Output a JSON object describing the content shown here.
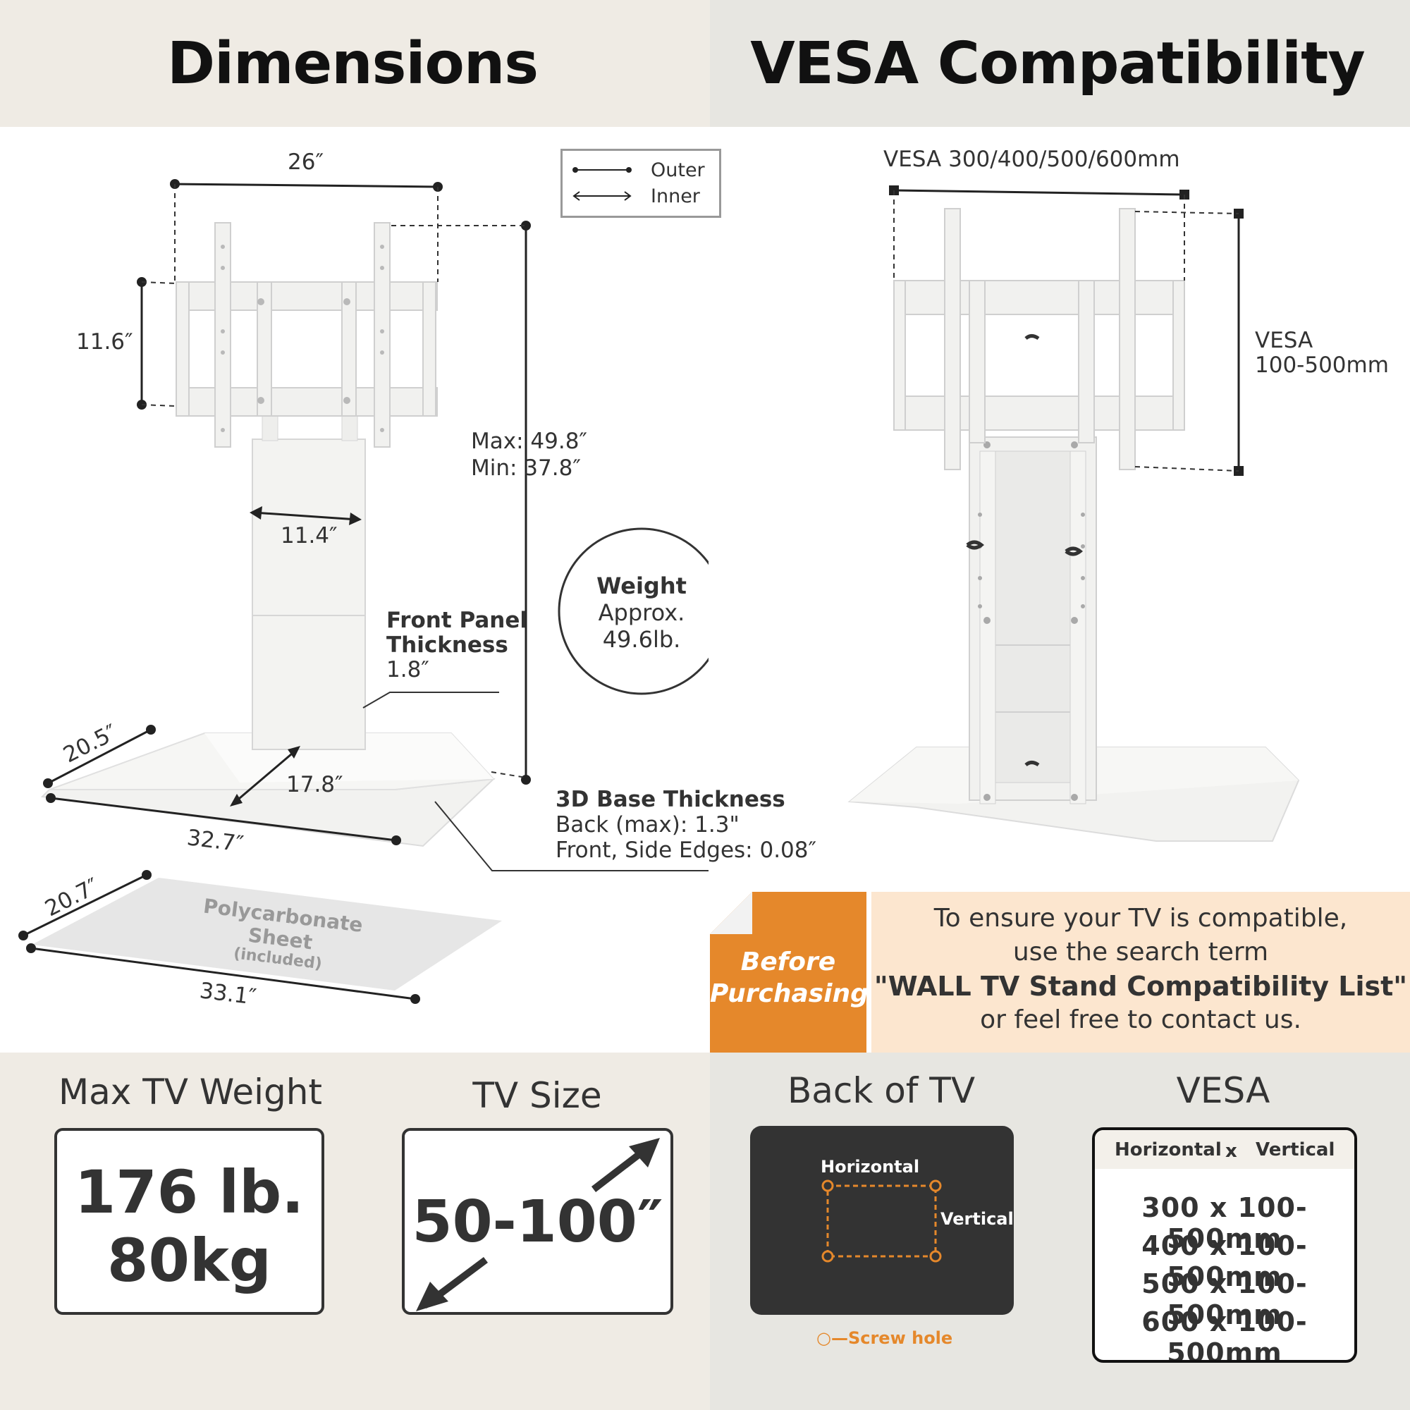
{
  "headers": {
    "left": "Dimensions",
    "right": "VESA Compatibility"
  },
  "legend": {
    "outer": "Outer",
    "inner": "Inner"
  },
  "dimensions": {
    "top_width": "26″",
    "bracket_height": "11.6″",
    "column_width": "11.4″",
    "height_max": "Max: 49.8″",
    "height_min": "Min:  37.8″",
    "base_depth": "20.5″",
    "base_inner": "17.8″",
    "base_width": "32.7″",
    "sheet_depth": "20.7″",
    "sheet_width": "33.1″"
  },
  "weight_circle": {
    "title": "Weight",
    "line1": "Approx.",
    "line2": "49.6lb."
  },
  "front_panel": {
    "line1": "Front Panel",
    "line2": "Thickness",
    "value": "1.8″"
  },
  "base_thickness": {
    "title": "3D Base Thickness",
    "back": "Back (max): 1.3\"",
    "front": "Front, Side  Edges: 0.08″"
  },
  "sheet": {
    "label": "Polycarbonate Sheet",
    "sub": "(included)"
  },
  "vesa_stand": {
    "horizontal": "VESA 300/400/500/600mm",
    "vertical_1": "VESA",
    "vertical_2": "100-500mm"
  },
  "before_purchasing": {
    "tag_1": "Before",
    "tag_2": "Purchasing",
    "line1": "To ensure your TV is compatible,",
    "line2": "use the search term",
    "line3": "\"WALL TV Stand Compatibility List\"",
    "line4": "or feel free to contact us."
  },
  "stats": {
    "max_weight_title": "Max TV Weight",
    "max_weight_lb": "176 lb.",
    "max_weight_kg": "80kg",
    "tv_size_title": "TV Size",
    "tv_size_value": "50-100″",
    "back_title": "Back of TV",
    "back_horizontal": "Horizontal",
    "back_vertical": "Vertical",
    "screw_hole": "Screw hole",
    "vesa_title": "VESA",
    "vesa_head_h": "Horizontal",
    "vesa_head_x": "x",
    "vesa_head_v": "Vertical",
    "vesa_rows": [
      "300  x  100-500mm",
      "400  x  100-500mm",
      "500  x  100-500mm",
      "600  x  100-500mm"
    ]
  },
  "colors": {
    "left_header_bg": "#efebe4",
    "right_header_bg": "#e7e6e1",
    "accent_orange": "#e5882b",
    "cream": "#fce6cf",
    "dark_box": "#333333"
  }
}
